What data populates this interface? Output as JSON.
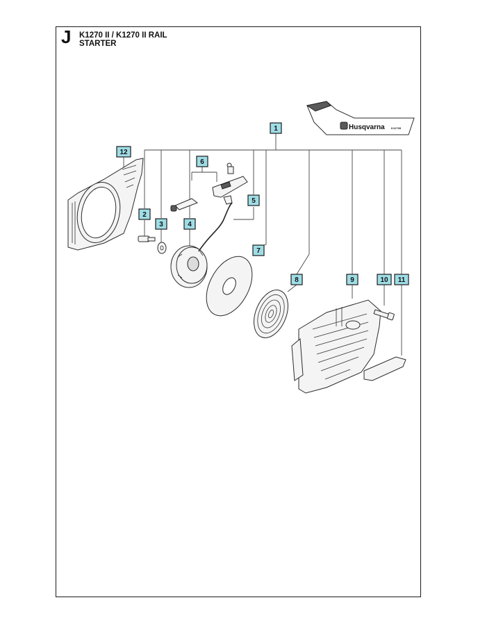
{
  "header": {
    "section_letter": "J",
    "model": "K1270 II / K1270 II RAIL",
    "section": "STARTER"
  },
  "decal": {
    "brand": "Husqvarna",
    "model_small": "K1270II"
  },
  "callouts": [
    {
      "id": "callout-1",
      "number": "1"
    },
    {
      "id": "callout-2",
      "number": "2"
    },
    {
      "id": "callout-3",
      "number": "3"
    },
    {
      "id": "callout-4",
      "number": "4"
    },
    {
      "id": "callout-5",
      "number": "5"
    },
    {
      "id": "callout-6",
      "number": "6"
    },
    {
      "id": "callout-7",
      "number": "7"
    },
    {
      "id": "callout-8",
      "number": "8"
    },
    {
      "id": "callout-9",
      "number": "9"
    },
    {
      "id": "callout-10",
      "number": "10"
    },
    {
      "id": "callout-11",
      "number": "11"
    },
    {
      "id": "callout-12",
      "number": "12"
    }
  ],
  "colors": {
    "callout_fill": "#9fdde6",
    "line": "#1a1a1a"
  }
}
